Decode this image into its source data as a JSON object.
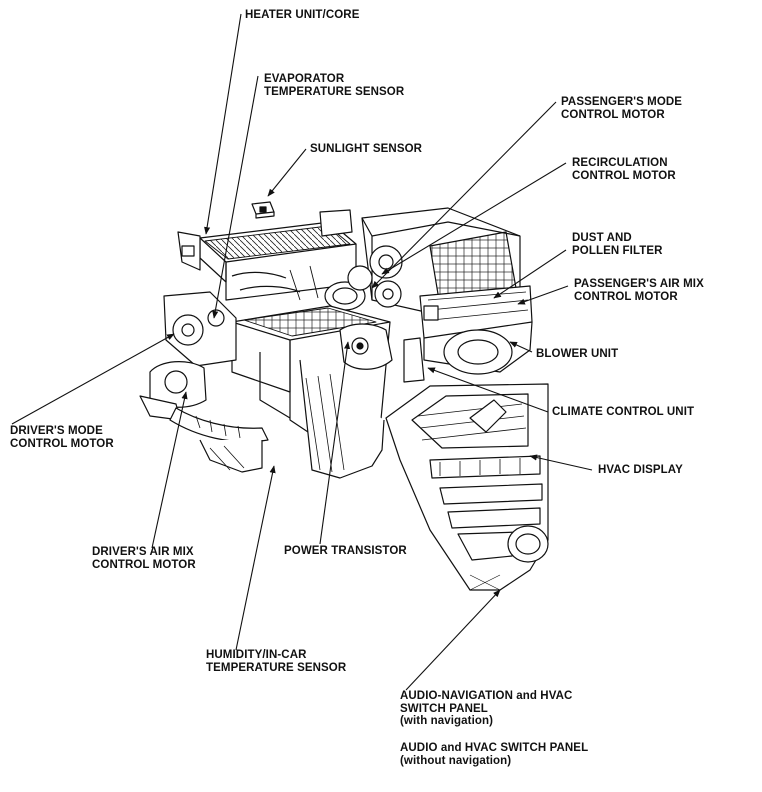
{
  "labels": {
    "heater_core": [
      "HEATER UNIT/CORE"
    ],
    "evap_sensor": [
      "EVAPORATOR",
      "TEMPERATURE SENSOR"
    ],
    "sunlight_sensor": [
      "SUNLIGHT SENSOR"
    ],
    "passenger_mode": [
      "PASSENGER'S MODE",
      "CONTROL MOTOR"
    ],
    "recirculation": [
      "RECIRCULATION",
      "CONTROL MOTOR"
    ],
    "dust_filter": [
      "DUST AND",
      "POLLEN FILTER"
    ],
    "passenger_airmix": [
      "PASSENGER'S AIR MIX",
      "CONTROL MOTOR"
    ],
    "blower_unit": [
      "BLOWER UNIT"
    ],
    "climate_unit": [
      "CLIMATE CONTROL UNIT"
    ],
    "hvac_display": [
      "HVAC DISPLAY"
    ],
    "driver_mode": [
      "DRIVER'S MODE",
      "CONTROL MOTOR"
    ],
    "driver_airmix": [
      "DRIVER'S AIR MIX",
      "CONTROL MOTOR"
    ],
    "power_transistor": [
      "POWER TRANSISTOR"
    ],
    "humidity_sensor": [
      "HUMIDITY/IN-CAR",
      "TEMPERATURE SENSOR"
    ],
    "switch_nav": [
      "AUDIO-NAVIGATION and HVAC",
      "SWITCH PANEL",
      "(with navigation)"
    ],
    "switch_nonav": [
      "AUDIO and HVAC SWITCH PANEL",
      "(without navigation)"
    ]
  }
}
